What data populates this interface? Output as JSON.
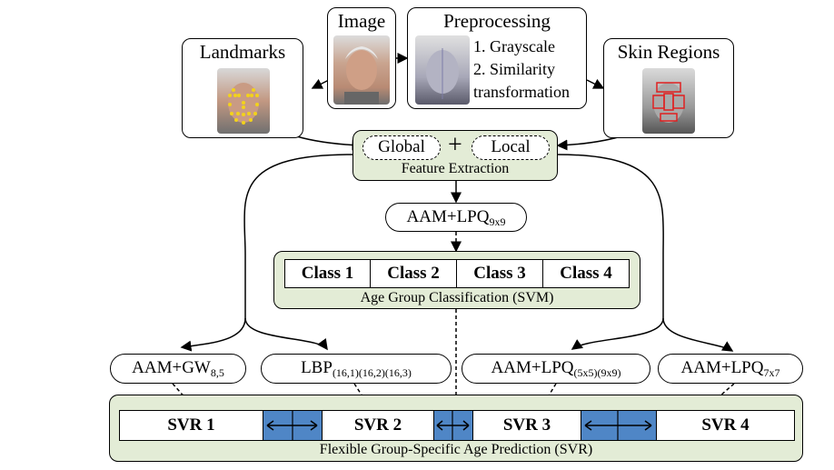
{
  "top": {
    "image_title": "Image",
    "preprocessing_title": "Preprocessing",
    "preprocessing_steps": [
      "1. Grayscale",
      "2. Similarity",
      "transformation"
    ],
    "landmarks_title": "Landmarks",
    "skin_title": "Skin Regions"
  },
  "feature_extraction": {
    "global": "Global",
    "plus": "+",
    "local": "Local",
    "label": "Feature Extraction"
  },
  "classifier_feature": {
    "base": "AAM+LPQ",
    "sub": "9x9"
  },
  "classification": {
    "classes": [
      "Class 1",
      "Class 2",
      "Class 3",
      "Class 4"
    ],
    "label": "Age Group Classification (SVM)"
  },
  "group_features": [
    {
      "base": "AAM+GW",
      "sub": "8,5"
    },
    {
      "base": "LBP",
      "sub": "(16,1)(16,2)(16,3)"
    },
    {
      "base": "AAM+LPQ",
      "sub": "(5x5)(9x9)"
    },
    {
      "base": "AAM+LPQ",
      "sub": "7x7"
    }
  ],
  "prediction": {
    "svrs": [
      "SVR 1",
      "SVR 2",
      "SVR 3",
      "SVR 4"
    ],
    "label": "Flexible Group-Specific Age Prediction (SVR)"
  },
  "colors": {
    "panel_green": "#e3ecd6",
    "overlap_blue": "#4f86c6",
    "landmark_yellow": "#f2d21b",
    "region_red": "#e02020"
  }
}
